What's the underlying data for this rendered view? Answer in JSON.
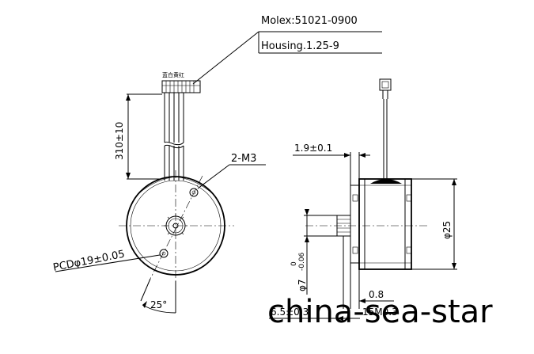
{
  "callouts": {
    "connector_part": "Molex:51021-0900",
    "housing": "Housing.1.25-9",
    "wire_colors": "蓝白黄红",
    "mount_holes": "2-M3"
  },
  "dimensions": {
    "lead_length": "310±10",
    "pcd": "PCDφ19±0.05",
    "angle": "25°",
    "flange_thickness": "1.9±0.1",
    "diameter": "φ25",
    "shaft_diameter_main": "φ7",
    "shaft_diameter_tol": "0",
    "shaft_diameter_tol_low": "-0.06",
    "offset": "0.8",
    "shaft_length": "6.5±0.3",
    "gear_module": "15M0.3"
  },
  "watermark": "china-sea-star"
}
